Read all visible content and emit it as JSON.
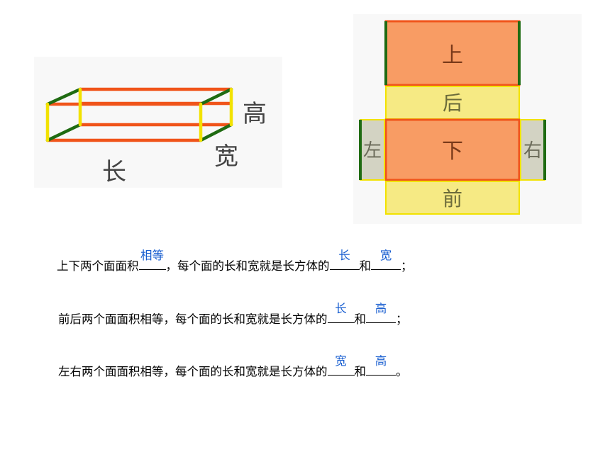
{
  "cuboid": {
    "length_label": "长",
    "width_label": "宽",
    "height_label": "高"
  },
  "net": {
    "top_label": "上",
    "back_label": "后",
    "bottom_label": "下",
    "front_label": "前",
    "left_label": "左",
    "right_label": "右"
  },
  "colors": {
    "length_edges": "#f0541a",
    "width_edges": "#1f6b12",
    "height_edges": "#f2e200",
    "face_orange": "#f89c64",
    "face_yellow": "#f6ea84",
    "face_gray": "#d3d3c3",
    "answer_text": "#1a5fd0"
  },
  "sentences": [
    {
      "prefix": "上下两个面面积",
      "blank1": "相等",
      "middle": "，每个面的长和宽就是长方体的",
      "blank2": "长",
      "conj": "和",
      "blank3": "宽",
      "end": "；"
    },
    {
      "prefix": "前后两个面面积相等，每个面的长和宽就是长方体的",
      "blank2": "长",
      "conj": "和",
      "blank3": "高",
      "end": "；"
    },
    {
      "prefix": "左右两个面面积相等，每个面的长和宽就是长方体的",
      "blank2": "宽",
      "conj": "和",
      "blank3": "高",
      "end": "。"
    }
  ]
}
